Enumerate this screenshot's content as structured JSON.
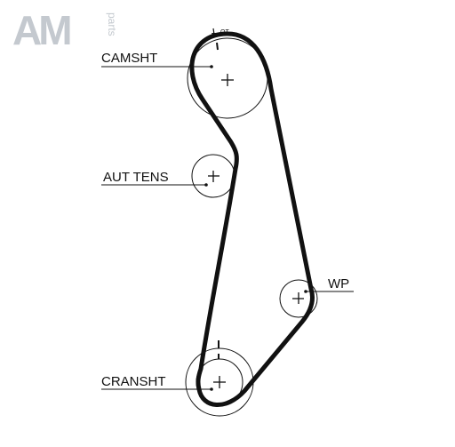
{
  "logo": {
    "mark": "AM",
    "sub": "parts"
  },
  "marks": {
    "tdc": "OT"
  },
  "labels": {
    "camshaft": "CAMSHT",
    "tensioner": "AUT TENS",
    "water_pump": "WP",
    "crankshaft": "CRANSHT"
  },
  "colors": {
    "belt": "#111111",
    "logo": "#c4c9cf",
    "line": "#111111"
  }
}
